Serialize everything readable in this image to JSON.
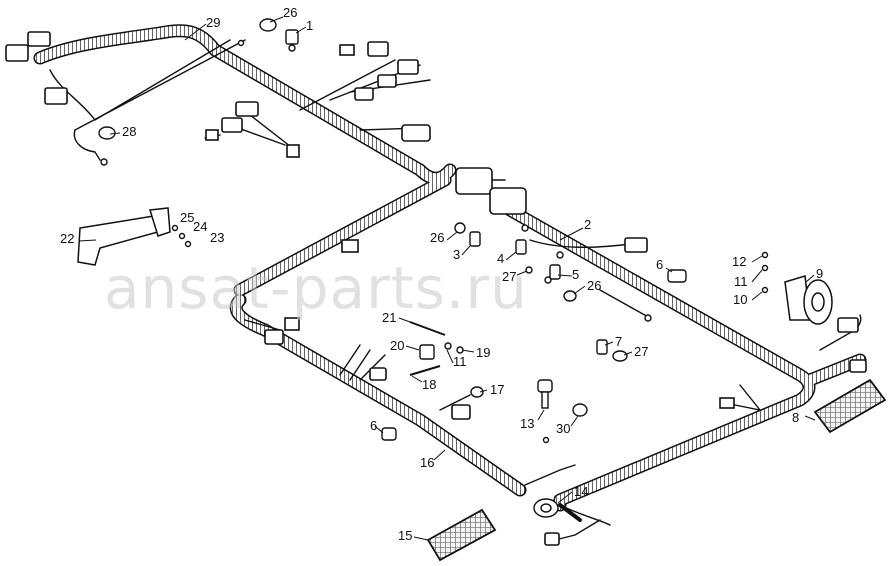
{
  "watermark": "ansat-parts.ru",
  "callouts": [
    {
      "id": "c29",
      "label": "29"
    },
    {
      "id": "c26a",
      "label": "26"
    },
    {
      "id": "c1",
      "label": "1"
    },
    {
      "id": "c28",
      "label": "28"
    },
    {
      "id": "c2",
      "label": "2"
    },
    {
      "id": "c22",
      "label": "22"
    },
    {
      "id": "c25",
      "label": "25"
    },
    {
      "id": "c24",
      "label": "24"
    },
    {
      "id": "c23",
      "label": "23"
    },
    {
      "id": "c26b",
      "label": "26"
    },
    {
      "id": "c3",
      "label": "3"
    },
    {
      "id": "c4",
      "label": "4"
    },
    {
      "id": "c5",
      "label": "5"
    },
    {
      "id": "c27a",
      "label": "27"
    },
    {
      "id": "c26c",
      "label": "26"
    },
    {
      "id": "c6a",
      "label": "6"
    },
    {
      "id": "c12",
      "label": "12"
    },
    {
      "id": "c11a",
      "label": "11"
    },
    {
      "id": "c10",
      "label": "10"
    },
    {
      "id": "c9",
      "label": "9"
    },
    {
      "id": "c21",
      "label": "21"
    },
    {
      "id": "c20",
      "label": "20"
    },
    {
      "id": "c19",
      "label": "19"
    },
    {
      "id": "c11b",
      "label": "11"
    },
    {
      "id": "c18",
      "label": "18"
    },
    {
      "id": "c7",
      "label": "7"
    },
    {
      "id": "c27b",
      "label": "27"
    },
    {
      "id": "c17",
      "label": "17"
    },
    {
      "id": "c13",
      "label": "13"
    },
    {
      "id": "c30",
      "label": "30"
    },
    {
      "id": "c6b",
      "label": "6"
    },
    {
      "id": "c16",
      "label": "16"
    },
    {
      "id": "c8",
      "label": "8"
    },
    {
      "id": "c14",
      "label": "14"
    },
    {
      "id": "c15",
      "label": "15"
    }
  ]
}
